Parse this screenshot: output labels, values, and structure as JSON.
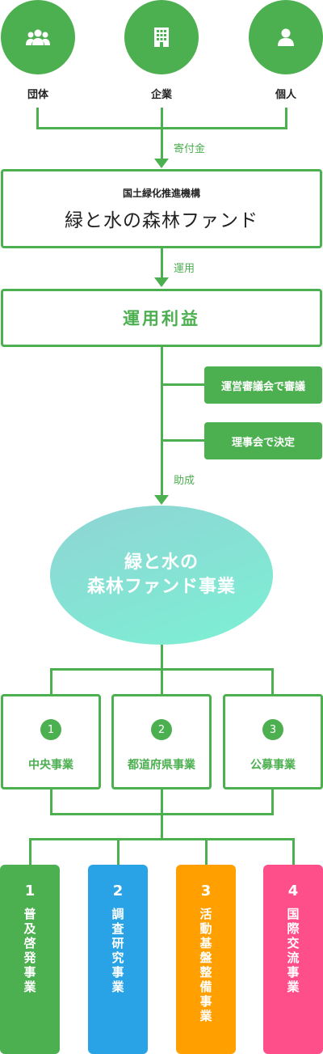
{
  "donors": [
    {
      "label": "団体",
      "icon": "group-icon"
    },
    {
      "label": "企業",
      "icon": "building-icon"
    },
    {
      "label": "個人",
      "icon": "person-icon"
    }
  ],
  "flow": {
    "donation": "寄付金",
    "operation": "運用",
    "grant": "助成"
  },
  "fund": {
    "org": "国土緑化推進機構",
    "name": "緑と水の森林ファンド"
  },
  "operating_profit": "運用利益",
  "steps": [
    "運営審議会で審議",
    "理事会で決定"
  ],
  "project": {
    "line1": "緑と水の",
    "line2": "森林ファンド事業"
  },
  "businesses": [
    {
      "num": "1",
      "label": "中央事業"
    },
    {
      "num": "2",
      "label": "都道府県事業"
    },
    {
      "num": "3",
      "label": "公募事業"
    }
  ],
  "categories": [
    {
      "num": "1",
      "label": "普及啓発事業",
      "color": "#4caf50"
    },
    {
      "num": "2",
      "label": "調査研究事業",
      "color": "#2aa3e6"
    },
    {
      "num": "3",
      "label": "活動基盤整備事業",
      "color": "#ffa000"
    },
    {
      "num": "4",
      "label": "国際交流事業",
      "color": "#ff4f8b"
    }
  ],
  "colors": {
    "accent": "#4caf50"
  }
}
